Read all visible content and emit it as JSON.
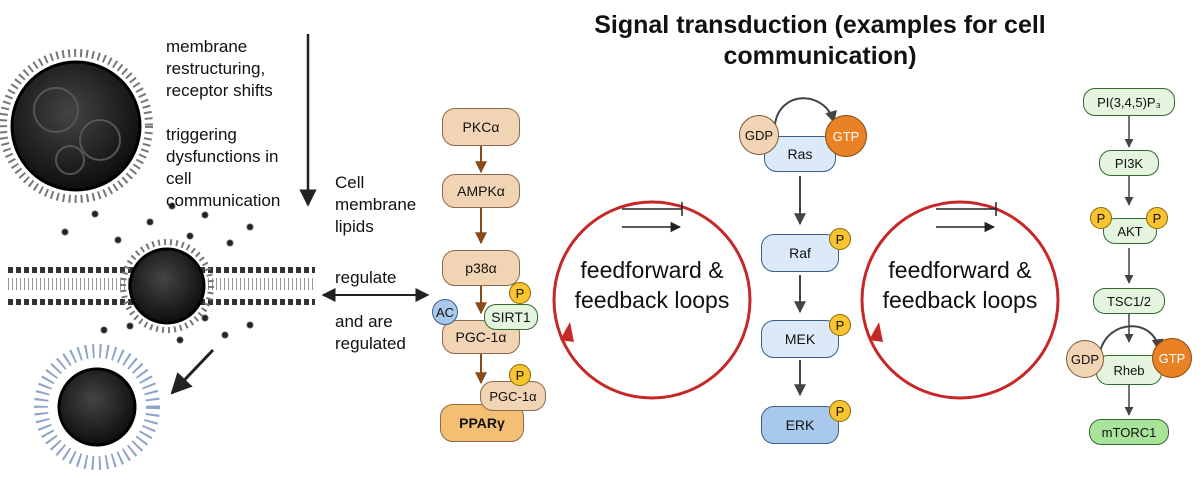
{
  "title": "Signal transduction (examples for cell communication)",
  "notes": {
    "membrane_restructuring": "membrane restructuring, receptor shifts",
    "triggering": "triggering dysfunctions in cell communication",
    "cell_membrane_lipids": "Cell membrane lipids",
    "regulate": "regulate",
    "are_regulated": "and are regulated"
  },
  "pkc_pathway": {
    "nodes": [
      "PKCα",
      "AMPKα",
      "p38α",
      "PGC-1α",
      "PGC-1α",
      "PPARγ"
    ],
    "ac_label": "AC",
    "sirt1_label": "SIRT1",
    "p_label": "P"
  },
  "loops": [
    {
      "label": "feedforward & feedback loops"
    },
    {
      "label": "feedforward & feedback loops"
    }
  ],
  "ras_pathway": {
    "gdp": "GDP",
    "gtp": "GTP",
    "ras": "Ras",
    "raf": "Raf",
    "mek": "MEK",
    "erk": "ERK",
    "p_label": "P"
  },
  "pi3k_pathway": {
    "pip3": "PI(3,4,5)P₃",
    "pi3k": "PI3K",
    "akt": "AKT",
    "tsc": "TSC1/2",
    "gdp": "GDP",
    "rheb": "Rheb",
    "gtp": "GTP",
    "mtorc1": "mTORC1",
    "p_label": "P"
  },
  "colors": {
    "loop_red": "#c62828",
    "pkc_arrow": "#8a4b1a",
    "tan": "#f1d4b4",
    "blue": "#dbe9f8",
    "green": "#e4f4df",
    "p_yellow": "#f9c430",
    "gtp_orange": "#e88224"
  }
}
